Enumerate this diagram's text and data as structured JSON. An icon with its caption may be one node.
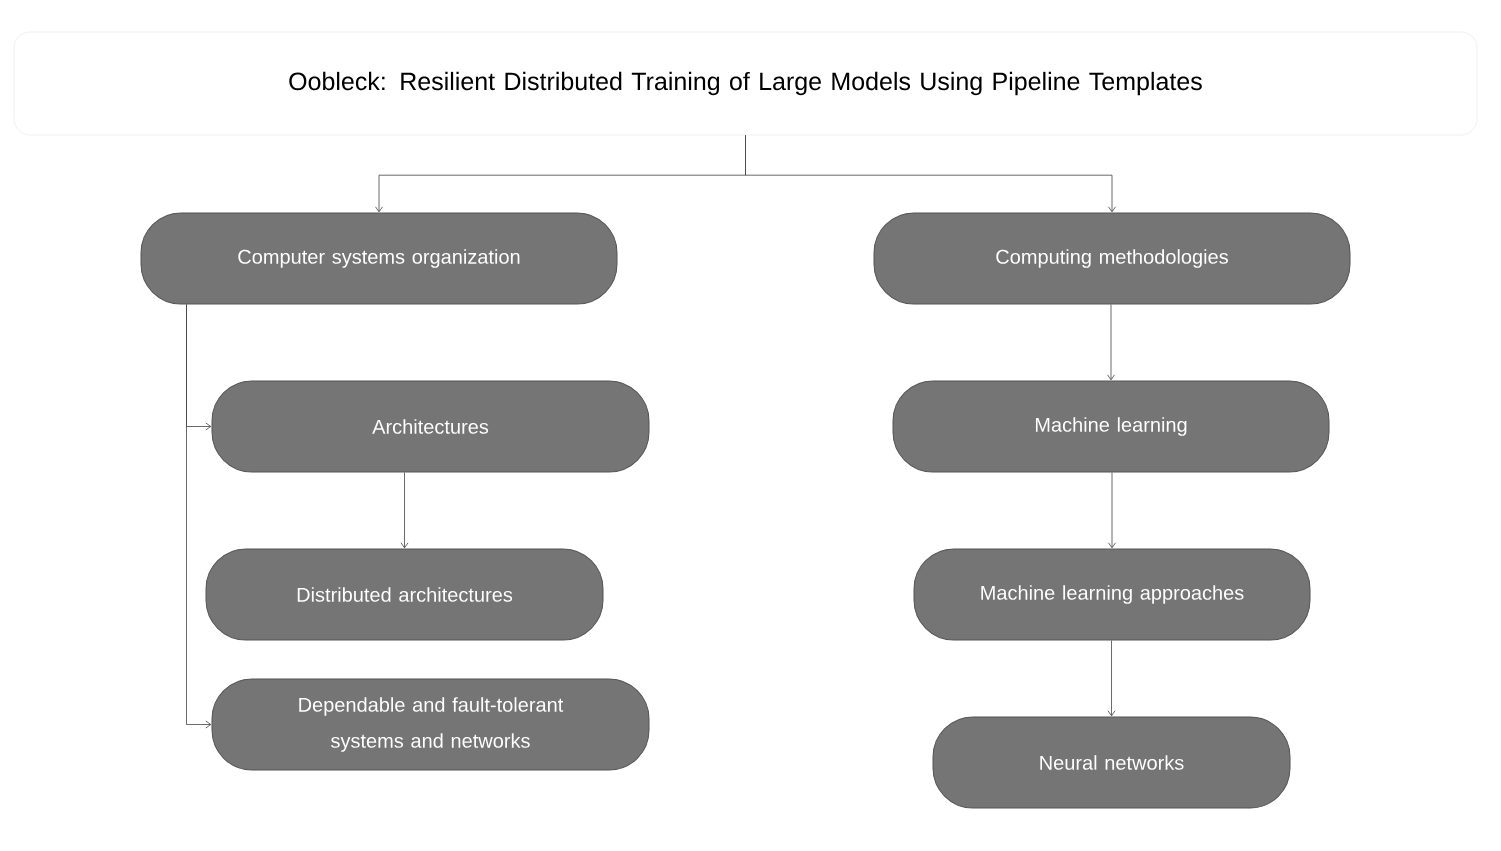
{
  "diagram": {
    "nodes": [
      {
        "text": [
          "Oobleck: Resilient Distributed Training of Large Models Using Pipeline Templates"
        ]
      },
      {
        "text": [
          "Computer systems organization"
        ]
      },
      {
        "text": [
          "Computing methodologies"
        ]
      },
      {
        "text": [
          "Architectures"
        ]
      },
      {
        "text": [
          "Distributed architectures"
        ]
      },
      {
        "text": [
          "Dependable and fault-tolerant systems and networks"
        ]
      },
      {
        "text": [
          "Machine learning"
        ]
      },
      {
        "text": [
          "Machine learning approaches"
        ]
      },
      {
        "text": [
          "Neural networks"
        ]
      }
    ],
    "edges": [
      {
        "from": 0,
        "to": 1,
        "arrow": "to"
      },
      {
        "from": 0,
        "to": 2,
        "arrow": "to"
      },
      {
        "from": 1,
        "to": 3,
        "arrow": "to"
      },
      {
        "from": 1,
        "to": 5,
        "arrow": "to"
      },
      {
        "from": 3,
        "to": 4,
        "arrow": "to"
      },
      {
        "from": 2,
        "to": 6,
        "arrow": "to"
      },
      {
        "from": 6,
        "to": 7,
        "arrow": "to"
      },
      {
        "from": 7,
        "to": 8,
        "arrow": "to"
      }
    ]
  }
}
